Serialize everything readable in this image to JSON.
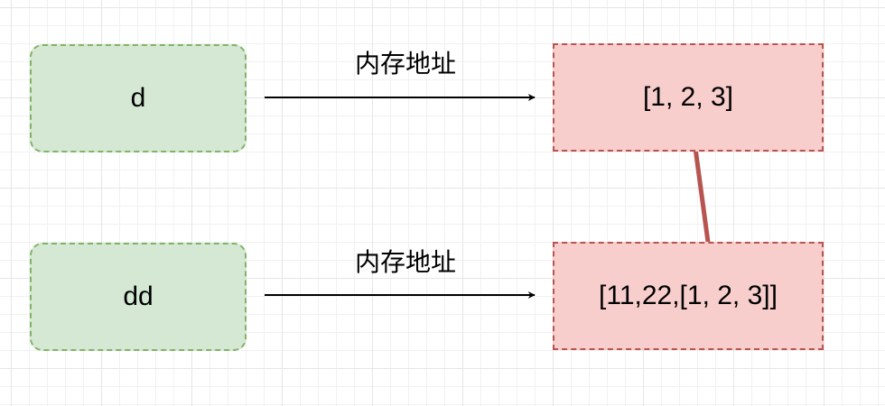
{
  "nodes": {
    "var_d": "d",
    "var_dd": "dd",
    "mem_inner": "[1, 2, 3]",
    "mem_outer": "[11,22,[1, 2, 3]]"
  },
  "edges": {
    "top_label": "内存地址",
    "bottom_label": "内存地址"
  },
  "colors": {
    "variable_fill": "#d5e8d4",
    "variable_border": "#82b366",
    "memory_fill": "#f8cecc",
    "memory_border": "#b85450",
    "reference_arrow": "#b85450",
    "pointer_arrow": "#000000"
  }
}
